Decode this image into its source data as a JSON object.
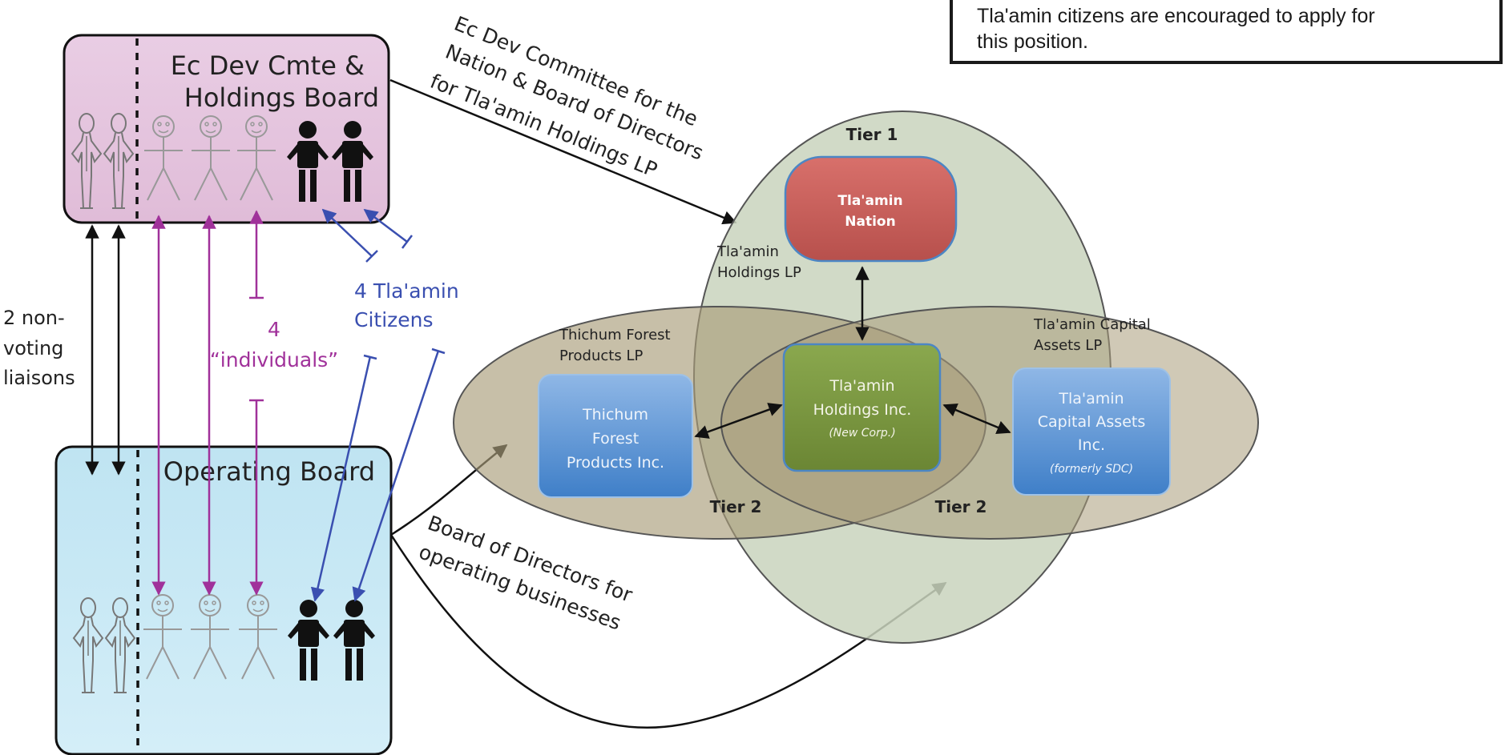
{
  "notice": {
    "line1": "Tla'amin citizens are encouraged to apply for",
    "line2": "this position."
  },
  "boards": {
    "top": {
      "title_line1": "Ec Dev Cmte &",
      "title_line2": "Holdings Board"
    },
    "bottom": {
      "title": "Operating Board"
    }
  },
  "labels": {
    "liaisons": [
      "2 non-",
      "voting",
      "liaisons"
    ],
    "individuals": [
      "4",
      "“individuals”"
    ],
    "citizens": [
      "4 Tla'amin",
      "Citizens"
    ]
  },
  "arrow_captions": {
    "top": [
      "Ec Dev Committee for the",
      "Nation & Board of Directors",
      "for Tla'amin Holdings LP"
    ],
    "bottom": [
      "Board of Directors for",
      "operating businesses"
    ]
  },
  "venn": {
    "tier1_label": "Tier 1",
    "tier2_left_label": "Tier 2",
    "tier2_right_label": "Tier 2",
    "holdings_lp_label": [
      "Tla'amin",
      "Holdings LP"
    ],
    "thichum_lp_label": [
      "Thichum Forest",
      "Products LP"
    ],
    "capital_lp_label": [
      "Tla'amin Capital",
      "Assets LP"
    ]
  },
  "boxes": {
    "nation": {
      "lines": [
        "Tla'amin",
        "Nation"
      ]
    },
    "holdings_inc": {
      "lines": [
        "Tla'amin",
        "Holdings Inc."
      ],
      "note": "(New Corp.)"
    },
    "thichum_inc": {
      "lines": [
        "Thichum",
        "Forest",
        "Products Inc."
      ]
    },
    "capital_inc": {
      "lines": [
        "Tla'amin",
        "Capital Assets",
        "Inc."
      ],
      "note": "(formerly SDC)"
    }
  },
  "colors": {
    "top_board_fill": "#e7c8e0",
    "bottom_board_fill": "#c4e6f3",
    "purple_arrow": "#a0319a",
    "blue_arrow": "#3a4fb0",
    "nation_red": "#c55a55",
    "holdings_green": "#76923c",
    "box_blue": "#4a86cc",
    "tier1_fill": "#c9d3bd",
    "tier2_fill": "#bfb49b"
  },
  "icons": {
    "liaison_figure": "suited-person-icon",
    "individual_figure": "stick-figure-icon",
    "citizen_figure": "black-person-icon"
  }
}
